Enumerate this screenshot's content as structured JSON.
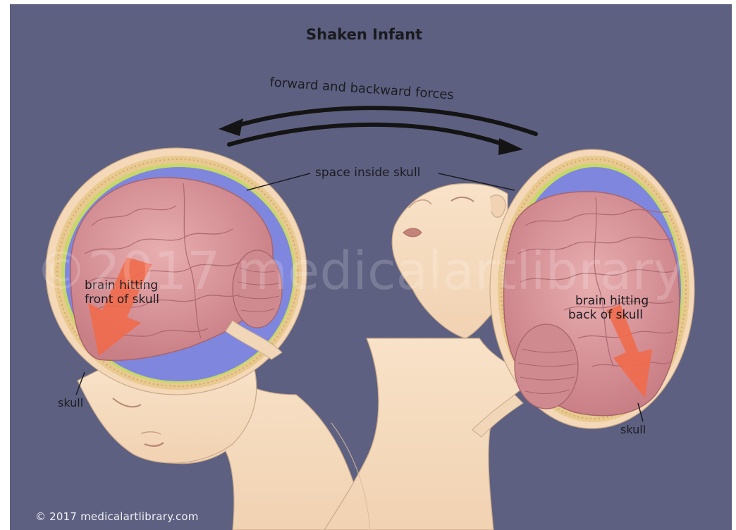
{
  "title": "Shaken Infant",
  "force_label": "forward and backward forces",
  "space_label": "space inside skull",
  "left_head": {
    "impact_label_line1": "brain hitting",
    "impact_label_line2": "front of skull",
    "skull_label": "skull"
  },
  "right_head": {
    "impact_label_line1": "brain hitting",
    "impact_label_line2": "back of skull",
    "skull_label": "skull"
  },
  "watermark": "©2017 medicalartlibrary",
  "copyright": "© 2017 medicalartlibrary.com",
  "colors": {
    "background": "#5d6080",
    "skin": "#f6dcc0",
    "skull_bone": "#e8c98f",
    "csf_space": "#7f86de",
    "brain": "#d9979a",
    "arrow": "#f06a4a"
  }
}
